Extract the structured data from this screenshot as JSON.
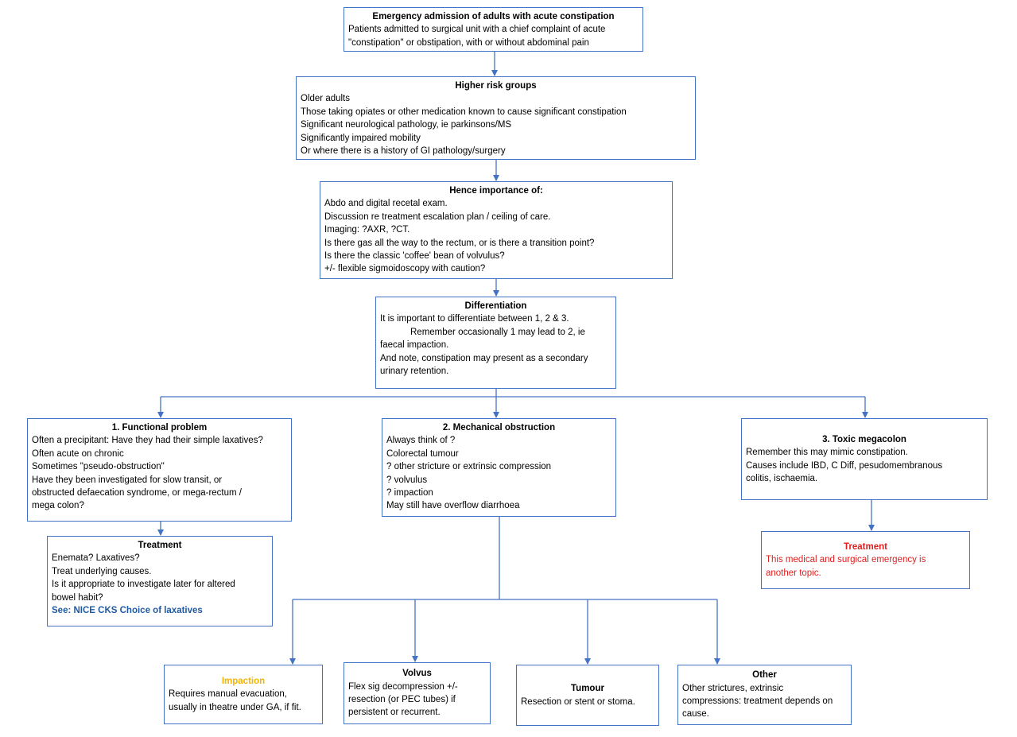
{
  "colors": {
    "border": "#4472c4",
    "arrow": "#4472c4",
    "emergency_text": "#e02020",
    "impaction_title": "#f4b400",
    "link": "#1f5aa6"
  },
  "boxes": {
    "admission": {
      "title": "Emergency admission of adults with acute constipation",
      "lines": [
        "Patients admitted to surgical unit with a chief complaint of acute",
        "\"constipation\" or obstipation, with or without abdominal pain"
      ]
    },
    "risk": {
      "title": "Higher risk groups",
      "lines": [
        "Older adults",
        "Those taking opiates or other medication known to cause significant constipation",
        "Significant neurological pathology, ie parkinsons/MS",
        "Significantly impaired mobility",
        "Or where there is a history of GI pathology/surgery"
      ]
    },
    "importance": {
      "title": "Hence importance of:",
      "lines": [
        "Abdo and digital recetal exam.",
        "Discussion re treatment escalation plan / ceiling of care.",
        "Imaging: ?AXR, ?CT.",
        "Is there gas all the way to the rectum, or is there a transition point?",
        "Is there the classic 'coffee' bean of volvulus?",
        "+/- flexible sigmoidoscopy with caution?"
      ]
    },
    "differentiation": {
      "title": "Differentiation",
      "lines": [
        "It is important to differentiate between 1, 2 & 3.",
        "Remember occasionally 1 may lead to 2, ie",
        "faecal impaction.",
        "And note, constipation may present as a secondary",
        "urinary retention."
      ]
    },
    "functional": {
      "title": "1. Functional problem",
      "lines": [
        "Often a precipitant: Have they had their simple laxatives?",
        "Often acute on chronic",
        "Sometimes \"pseudo-obstruction\"",
        "Have they been investigated for slow transit, or",
        "obstructed defaecation syndrome, or mega-rectum /",
        "mega colon?"
      ]
    },
    "mechanical": {
      "title": "2. Mechanical obstruction",
      "lines": [
        "Always think of ?",
        "Colorectal tumour",
        "? other stricture or extrinsic compression",
        "? volvulus",
        "? impaction",
        "May still have overflow diarrhoea"
      ]
    },
    "toxic": {
      "title": "3. Toxic megacolon",
      "lines": [
        "Remember this may mimic constipation.",
        "Causes include IBD, C Diff, pesudomembranous",
        "colitis, ischaemia."
      ]
    },
    "treatment_functional": {
      "title": "Treatment",
      "lines": [
        "Enemata? Laxatives?",
        "Treat underlying causes.",
        "Is it appropriate to investigate later for altered",
        "bowel habit?"
      ],
      "link": "See: NICE CKS Choice of laxatives"
    },
    "treatment_toxic": {
      "title": "Treatment",
      "lines": [
        "This medical and surgical emergency is",
        "another topic."
      ]
    },
    "impaction": {
      "title": "Impaction",
      "lines": [
        "Requires manual evacuation,",
        "usually in theatre under GA, if fit."
      ]
    },
    "volvulus": {
      "title": "Volvus",
      "lines": [
        "Flex sig decompression +/-",
        "resection (or PEC tubes) if",
        "persistent or recurrent."
      ]
    },
    "tumour": {
      "title": "Tumour",
      "lines": [
        "Resection or stent or stoma."
      ]
    },
    "other": {
      "title": "Other",
      "lines": [
        "Other strictures, extrinsic",
        "compressions: treatment depends on",
        "cause."
      ]
    }
  }
}
